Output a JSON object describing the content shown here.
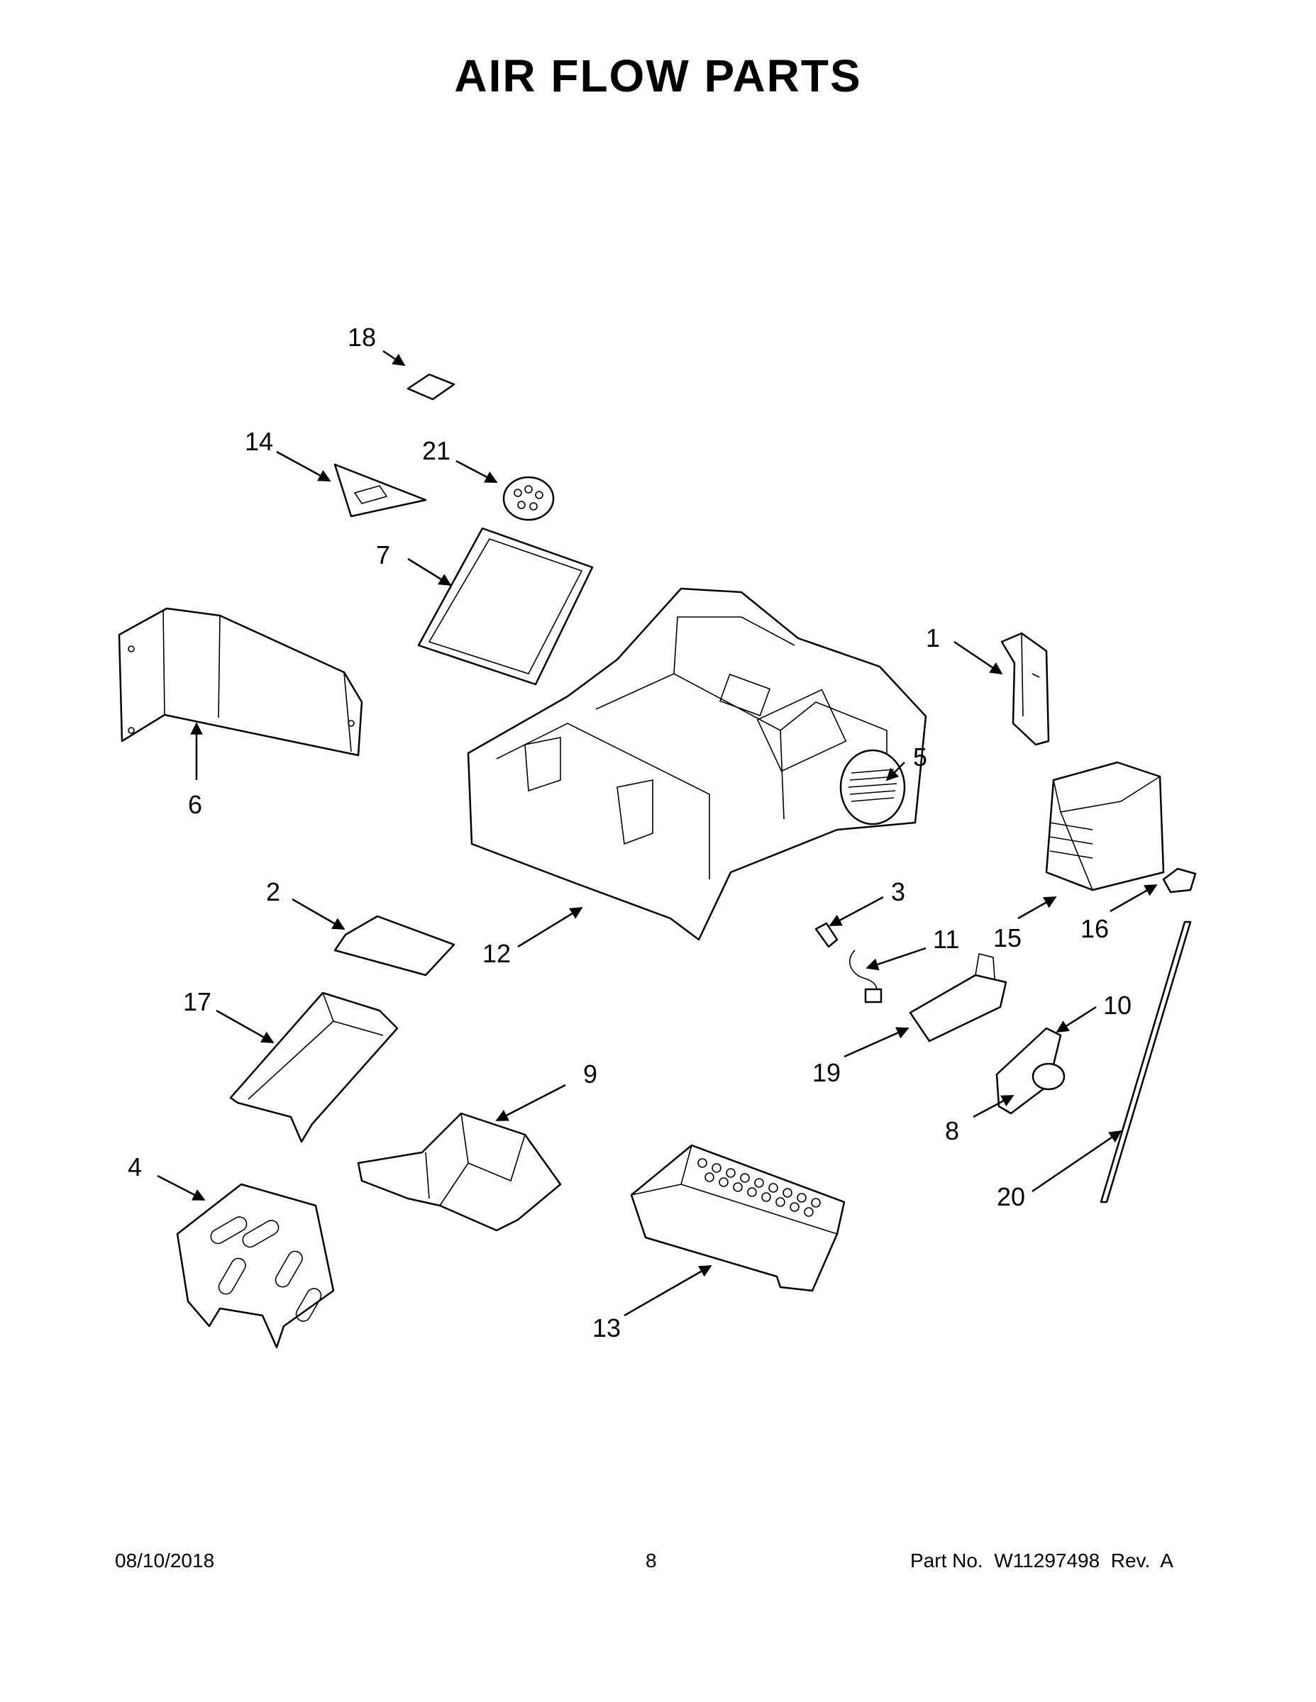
{
  "title": "AIR FLOW PARTS",
  "footer": {
    "date": "08/10/2018",
    "page": "8",
    "part_label": "Part No.  W11297498  Rev.  A"
  },
  "callouts": {
    "c1": "1",
    "c2": "2",
    "c3": "3",
    "c4": "4",
    "c5": "5",
    "c6": "6",
    "c7": "7",
    "c8": "8",
    "c9": "9",
    "c10": "10",
    "c11": "11",
    "c12": "12",
    "c13": "13",
    "c14": "14",
    "c15": "15",
    "c16": "16",
    "c17": "17",
    "c18": "18",
    "c19": "19",
    "c20": "20",
    "c21": "21"
  }
}
